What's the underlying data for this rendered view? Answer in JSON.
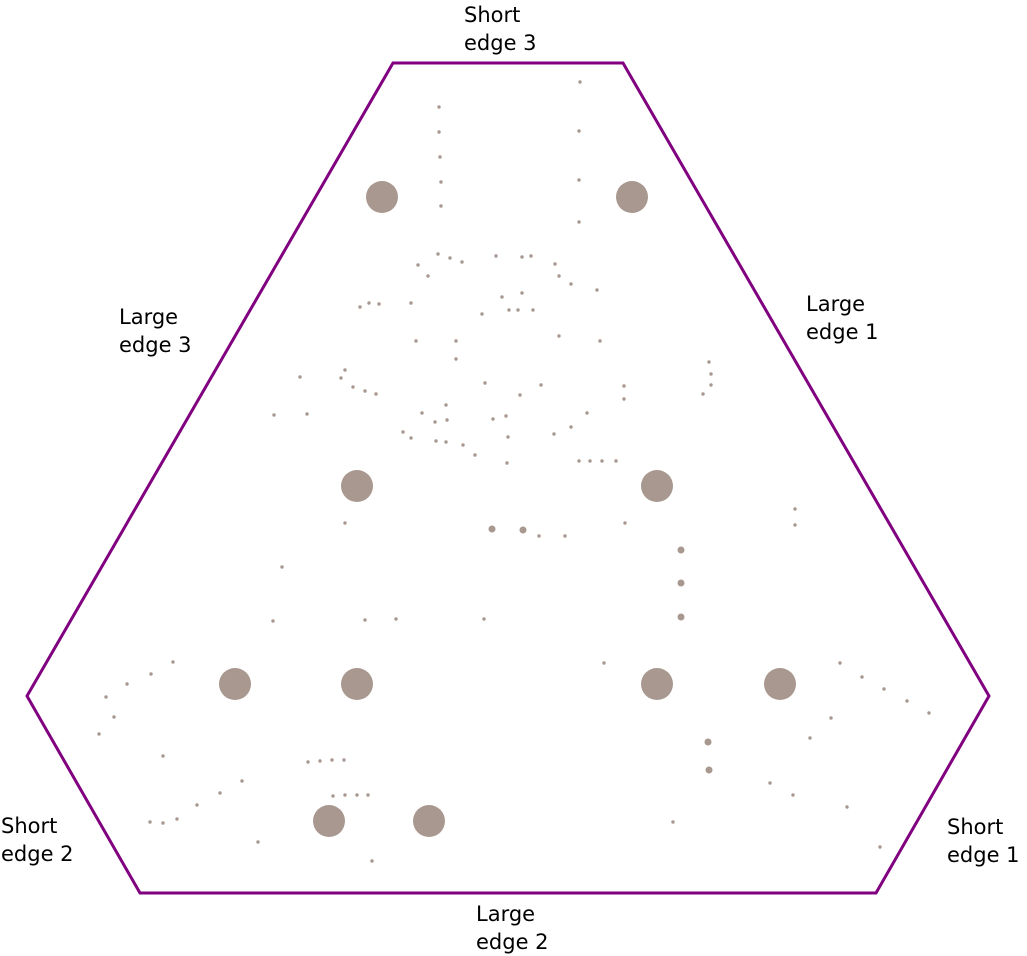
{
  "colors": {
    "outline": "#800080",
    "dot": "#a89890",
    "text": "#000000",
    "background": "#ffffff"
  },
  "labels": {
    "short_edge_3": [
      "Short",
      "edge 3"
    ],
    "large_edge_1": [
      "Large",
      "edge 1"
    ],
    "large_edge_3": [
      "Large",
      "edge 3"
    ],
    "short_edge_2": [
      "Short",
      "edge 2"
    ],
    "short_edge_1": [
      "Short",
      "edge 1"
    ],
    "large_edge_2": [
      "Large",
      "edge 2"
    ]
  }
}
